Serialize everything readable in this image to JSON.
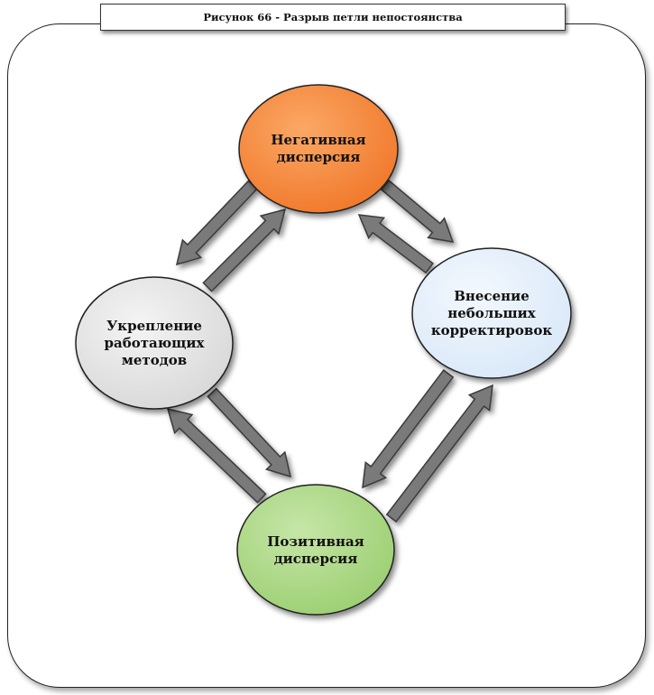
{
  "caption": "Рисунок 66 - Разрыв петли непостоянства",
  "nodes": {
    "top": {
      "label": "Негативная\nдисперсия",
      "color": "#F88B3A"
    },
    "right": {
      "label": "Внесение\nнебольших\nкорректировок",
      "color": "#E4EFFB"
    },
    "bottom": {
      "label": "Позитивная\nдисперсия",
      "color": "#B2DB8E"
    },
    "left": {
      "label": "Укрепление\nработающих\nметодов",
      "color": "#E8E8E8"
    }
  },
  "colors": {
    "arrow_fill": "#7A7A7A",
    "arrow_stroke": "#3A3A3A",
    "frame": "#222222"
  }
}
